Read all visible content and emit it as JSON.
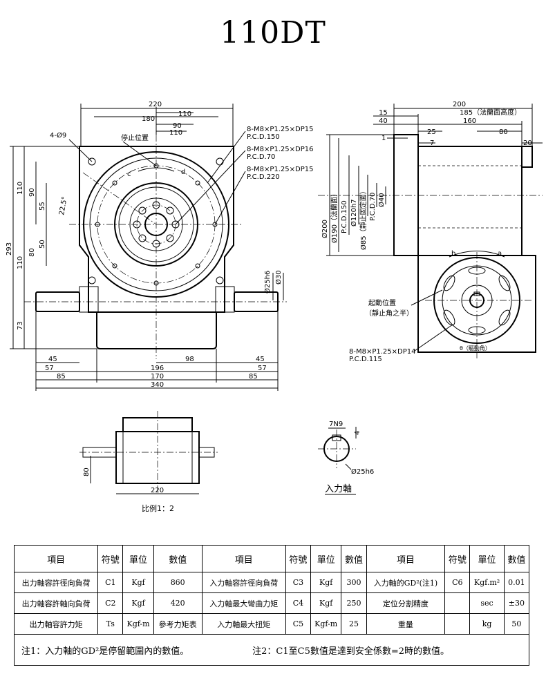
{
  "title": "110DT",
  "front_view": {
    "dims": {
      "d220": "220",
      "d180": "180",
      "d110a": "110",
      "d90": "90",
      "d110b": "110",
      "holes": "4-Ø9",
      "stop_pos": "停止位置",
      "c": "c",
      "d": "d",
      "thread1": "8-M8×P1.25×DP15",
      "pcd1": "P.C.D.150",
      "thread2": "8-M8×P1.25×DP16",
      "pcd2": "P.C.D.70",
      "thread3": "8-M8×P1.25×DP15",
      "pcd3": "P.C.D.220",
      "v293": "293",
      "v110a": "110",
      "v90": "90",
      "v55": "55",
      "ang": "22.5°",
      "v80": "80",
      "v50": "50",
      "v110b": "110",
      "v73": "73",
      "shaft1": "Ø25h6",
      "shaft2": "Ø30",
      "b45a": "45",
      "b57a": "57",
      "b85a": "85",
      "b98": "98",
      "b196": "196",
      "b170": "170",
      "b45b": "45",
      "b57b": "57",
      "b85b": "85",
      "b340": "340"
    }
  },
  "side_view": {
    "dims": {
      "d200": "200",
      "d185": "185（法蘭面高度）",
      "d15": "15",
      "d40": "40",
      "d160": "160",
      "d25": "25",
      "d80": "80",
      "d1": "1",
      "d7": "7",
      "d20": "20",
      "v200": "Ø200",
      "v190": "Ø190（法蘭面）",
      "v150": "P.C.D.150",
      "v120": "Ø120h7",
      "v85": "Ø85（靜止固定面）",
      "v70": "P.C.D.70",
      "v40": "Ø40",
      "b": "b",
      "a": "a",
      "start_pos": "起動位置",
      "start_note": "（靜止角之半）",
      "thread4": "8-M8×P1.25×DP14",
      "pcd4": "P.C.D.115",
      "theta": "θ（驅動角）"
    }
  },
  "top_view": {
    "d80": "80",
    "d220": "220",
    "scale": "比例1：2"
  },
  "input_shaft": {
    "key": "7N9",
    "depth": "4",
    "dia": "Ø25h6",
    "label": "入力軸"
  },
  "table": {
    "headers": [
      "項目",
      "符號",
      "單位",
      "數值",
      "項目",
      "符號",
      "單位",
      "數值",
      "項目",
      "符號",
      "單位",
      "數值"
    ],
    "rows": [
      [
        "出力軸容許徑向負荷",
        "C1",
        "Kgf",
        "860",
        "入力軸容許徑向負荷",
        "C3",
        "Kgf",
        "300",
        "入力軸的GD²(注1)",
        "C6",
        "Kgf.m²",
        "0.01"
      ],
      [
        "出力軸容許軸向負荷",
        "C2",
        "Kgf",
        "420",
        "入力軸最大彎曲力矩",
        "C4",
        "Kgf",
        "250",
        "定位分割精度",
        "",
        "sec",
        "±30"
      ],
      [
        "出力軸容許力矩",
        "Ts",
        "Kgf-m",
        "參考力矩表",
        "入力軸最大扭矩",
        "C5",
        "Kgf-m",
        "25",
        "重量",
        "",
        "kg",
        "50"
      ]
    ],
    "note1": "注1：入力軸的GD²是停留範圍內的數值。",
    "note2": "注2：C1至C5數值是達到安全係數=2時的數值。"
  }
}
